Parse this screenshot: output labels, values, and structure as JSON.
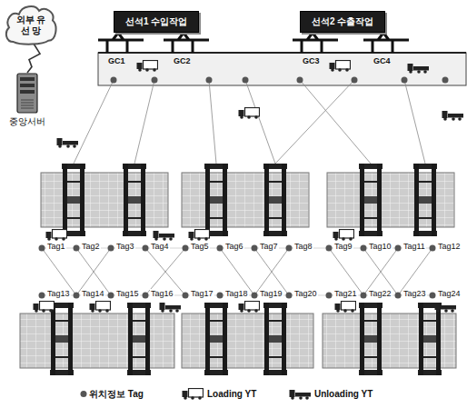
{
  "diagram": {
    "nodes": [
      {
        "text": [
          "외부 유선 망"
        ]
      },
      {
        "text": [
          "중앙서버"
        ]
      },
      {
        "text": [
          "선석1 수입작업"
        ]
      },
      {
        "text": [
          "선석2 수출작업"
        ]
      }
    ],
    "edges": [
      {
        "from": 0,
        "to": 1,
        "arrow": "none"
      }
    ],
    "labels": [
      "GC1",
      "GC2",
      "GC3",
      "GC4",
      "Tag1",
      "Tag2",
      "Tag3",
      "Tag4",
      "Tag5",
      "Tag6",
      "Tag7",
      "Tag8",
      "Tag9",
      "Tag10",
      "Tag11",
      "Tag12",
      "Tag13",
      "Tag14",
      "Tag15",
      "Tag16",
      "Tag17",
      "Tag18",
      "Tag19",
      "Tag20",
      "Tag21",
      "Tag22",
      "Tag23",
      "Tag24"
    ],
    "legend": [
      {
        "text": "위치정보 Tag"
      },
      {
        "text": "Loading YT"
      },
      {
        "text": "Unloading YT"
      }
    ]
  }
}
